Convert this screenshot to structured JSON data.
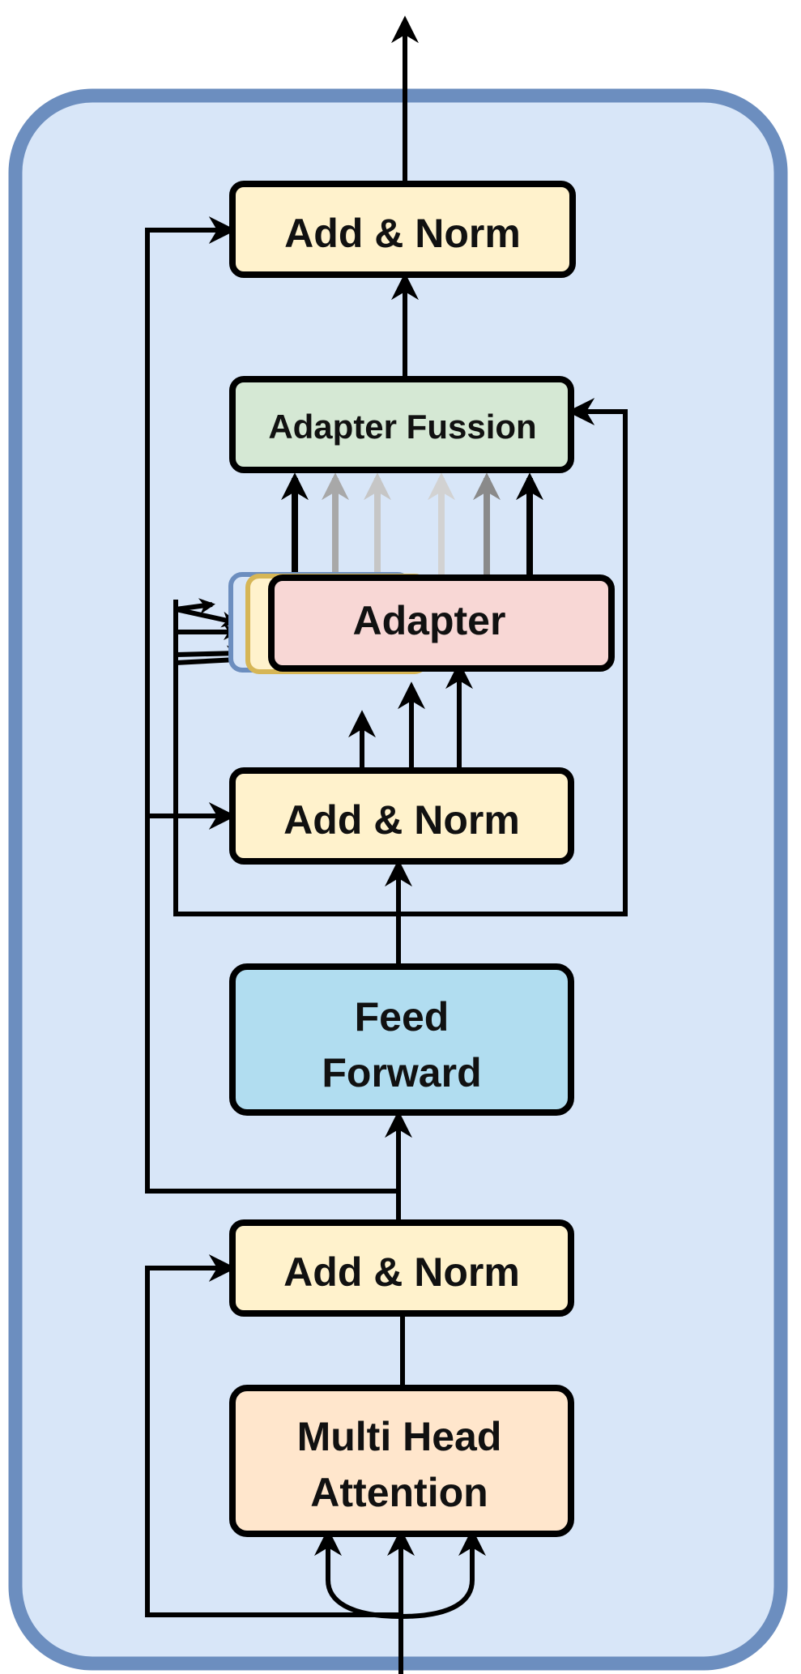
{
  "diagram": {
    "blocks": {
      "add_norm_top": {
        "label": "Add & Norm"
      },
      "adapter_fusion": {
        "label": "Adapter Fussion"
      },
      "adapter": {
        "label": "Adapter"
      },
      "add_norm_mid": {
        "label": "Add & Norm"
      },
      "feed_forward": {
        "line1": "Feed",
        "line2": "Forward"
      },
      "add_norm_bottom": {
        "label": "Add & Norm"
      },
      "multi_head_attention": {
        "line1": "Multi Head",
        "line2": "Attention"
      }
    }
  },
  "colors": {
    "container_fill": "#d8e6f8",
    "container_border": "#6c8ebf",
    "add_norm": "#fff2cc",
    "adapter_fusion": "#d5e8d4",
    "adapter": "#f8d7d5",
    "adapter_stack_blue": "#6c8ebf",
    "adapter_stack_gold": "#d6b656",
    "feed_forward": "#b1ddf0",
    "multi_head_attention": "#ffe6cc",
    "stroke": "#000000"
  }
}
